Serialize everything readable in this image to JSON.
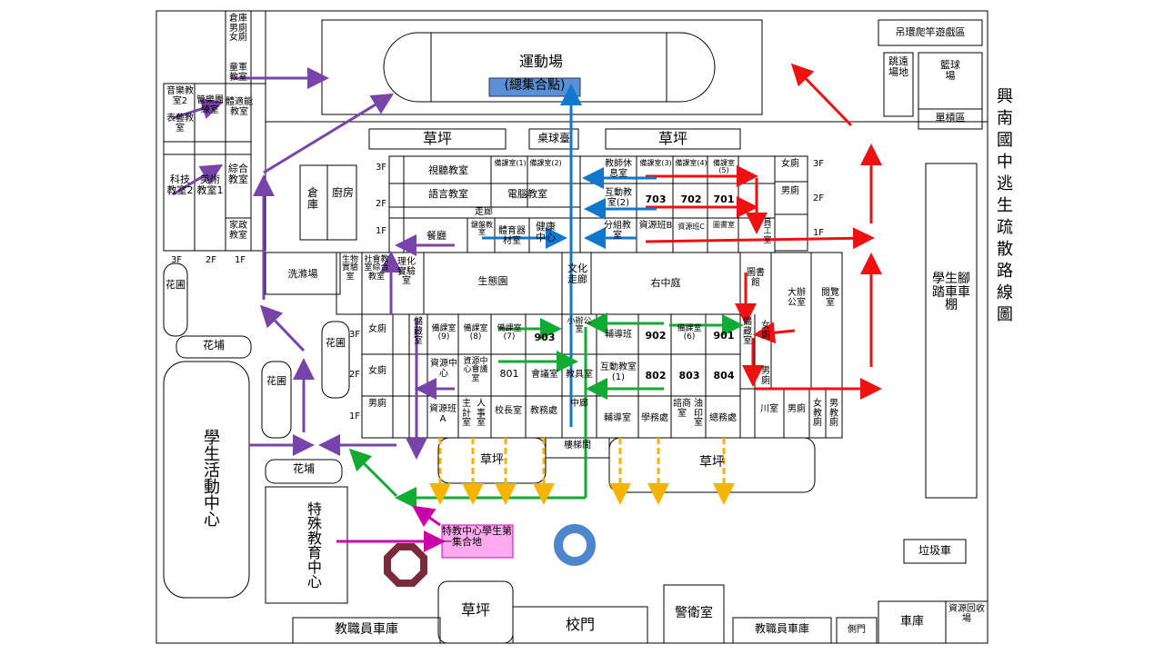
{
  "title": "興南國中逃生疏散路線圖",
  "colors": {
    "red": "#ee1111",
    "blue": "#1177cc",
    "green": "#11aa33",
    "purple": "#7744aa",
    "orange": "#f5b400",
    "magenta": "#cc00aa",
    "pink": "#ffaaee",
    "rally_fill": "#5b8fd6",
    "octagon": "#7a2a3a",
    "ring": "#4d86cc"
  },
  "labels": {
    "playground": "運動場",
    "assembly_point": "(總集合點)",
    "lawn_top_left": "草坪",
    "pingpong": "桌球臺",
    "lawn_top_right": "草坪",
    "ring_climb": "吊環爬竿遊戲區",
    "long_jump": "跳遠場地",
    "basketball": "籃球場",
    "bar_area": "單槓區",
    "storage_boys_girls": "倉庫男廁女廁",
    "scout": "童軍教室",
    "music2": "音樂教室2",
    "arts": "表藝教室",
    "band": "管樂團練室",
    "fitness": "體適能教室",
    "tech2": "科技教室2",
    "art1": "美術教室1",
    "integrated": "綜合教室",
    "home_ec": "家政教室",
    "f3": "3F",
    "f2": "2F",
    "f1": "1F",
    "warehouse": "倉庫",
    "kitchen": "廚房",
    "av_room": "視聽教室",
    "prep1": "備課室(1)",
    "prep2": "備課室(2)",
    "language": "語言教室",
    "computer": "電腦教室",
    "corridor": "走廊",
    "canteen": "餐廳",
    "materials": "鍵盤教室",
    "pe_storage": "體育器材室",
    "health_center": "健康中心",
    "teacher_lounge": "教師休息室",
    "prep3": "備課室(3)",
    "prep4": "備課室(4)",
    "prep5": "備課室(5)",
    "interactive2": "互動教室(2)",
    "r703": "703",
    "r702": "702",
    "r701": "701",
    "group_room": "分組教室",
    "resource_b": "資源班B",
    "resource_c": "資源班C",
    "library_small": "圖書室",
    "girls": "女廁",
    "boys": "男廁",
    "staff_room": "員工室",
    "wash": "洗滌場",
    "bio_lab": "生物實驗室",
    "social_room": "社會教室綜合教室",
    "physchem_lab": "理化實驗室",
    "eco_garden": "生態園",
    "culture_corridor": "文化走廊",
    "right_courtyard": "右中庭",
    "library": "圖書館",
    "admin_office": "大辦公室",
    "reading_room": "閱覽室",
    "bike_shed": "學生腳踏車車棚",
    "flowerbed": "花圃",
    "garden_beds": "花埔",
    "storage_room": "儲藏室",
    "prep9": "備課室(9)",
    "prep8": "備課室(8)",
    "prep7": "備課室(7)",
    "r903": "903",
    "small_office": "小辦公室",
    "guidance_class": "輔導班",
    "r902": "902",
    "prep6": "備課室(6)",
    "r901": "901",
    "resource_center": "資源中心",
    "resource_meeting": "資源中心會議室",
    "r801": "801",
    "meeting": "會議室",
    "teaching_aids": "教具室",
    "interactive1": "互動教室(1)",
    "r802": "802",
    "r803": "803",
    "r804": "804",
    "resource_a": "資源班A",
    "accounting": "主計室",
    "personnel": "人事室",
    "principal": "校長室",
    "academic": "教務處",
    "mid_corridor": "中廊",
    "guidance_office": "輔導室",
    "student_affairs": "學務處",
    "counseling": "諮商室",
    "printing": "油印室",
    "general_affairs": "總務處",
    "chuan_room": "川室",
    "female_teacher": "女教廁",
    "male_teacher": "男教廁",
    "stairs": "樓梯間",
    "lawn_mid_left": "草坪",
    "lawn_mid_right": "草坪",
    "student_center": "學生活動中心",
    "special_ed": "特殊教育中心",
    "special_rally": "特教中心學生第一集合地",
    "garbage": "垃圾車",
    "staff_parking_left": "教職員車庫",
    "lawn_bottom": "草坪",
    "school_gate": "校門",
    "guard": "警衛室",
    "staff_parking_right": "教職員車庫",
    "side_gate": "側門",
    "garage": "車庫",
    "recycle": "資源回收場"
  }
}
